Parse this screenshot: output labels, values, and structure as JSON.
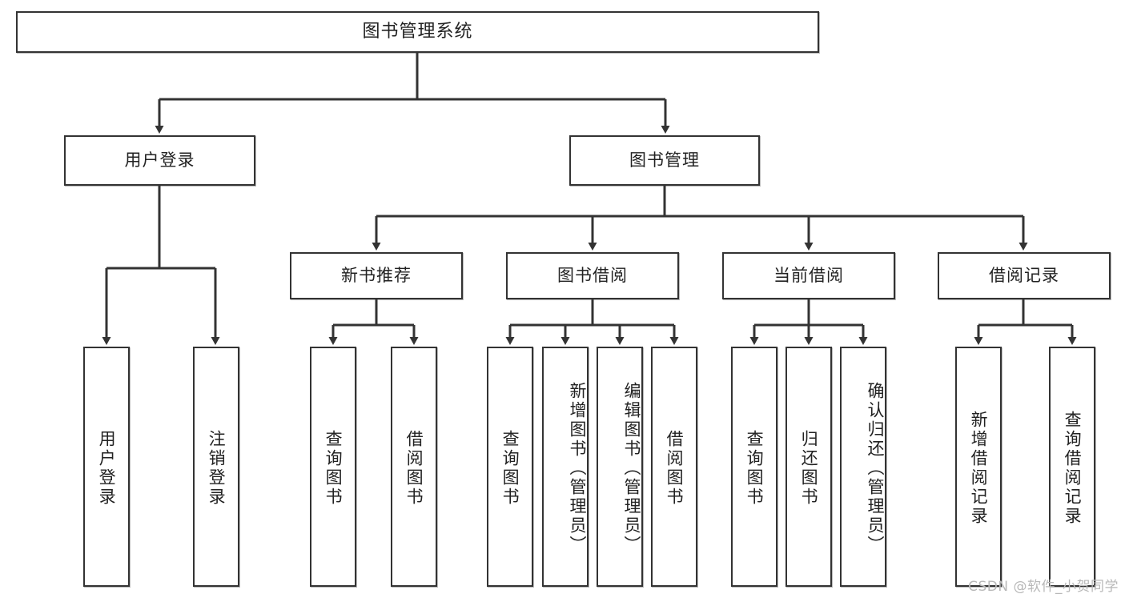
{
  "diagram": {
    "title": "图书管理系统",
    "type": "tree-hierarchy",
    "root": {
      "label": "图书管理系统"
    },
    "level2": [
      {
        "label": "用户登录"
      },
      {
        "label": "图书管理"
      }
    ],
    "level3": [
      {
        "label": "新书推荐"
      },
      {
        "label": "图书借阅"
      },
      {
        "label": "当前借阅"
      },
      {
        "label": "借阅记录"
      }
    ],
    "leaves": {
      "user_login": [
        {
          "label": "用户登录"
        },
        {
          "label": "注销登录"
        }
      ],
      "new_book_recommend": [
        {
          "label": "查询图书"
        },
        {
          "label": "借阅图书"
        }
      ],
      "book_borrow": [
        {
          "label": "查询图书"
        },
        {
          "label": "新增图书（管理员）"
        },
        {
          "label": "编辑图书（管理员）"
        },
        {
          "label": "借阅图书"
        }
      ],
      "current_borrow": [
        {
          "label": "查询图书"
        },
        {
          "label": "归还图书"
        },
        {
          "label": "确认归还（管理员）"
        }
      ],
      "borrow_record": [
        {
          "label": "新增借阅记录"
        },
        {
          "label": "查询借阅记录"
        }
      ]
    }
  },
  "watermark": {
    "text": "CSDN @软件_小贺同学"
  },
  "colors": {
    "stroke": "#333333",
    "background": "#ffffff",
    "text": "#222222",
    "watermark": "#b8b8b8"
  }
}
